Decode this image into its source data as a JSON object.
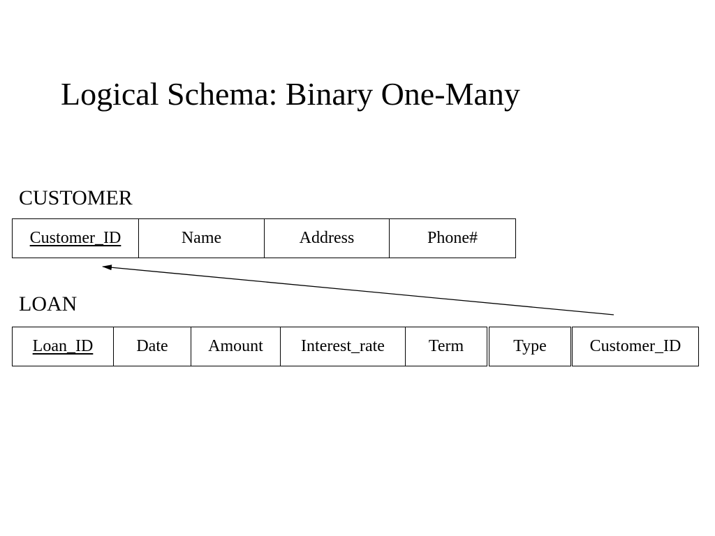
{
  "title": "Logical Schema: Binary One-Many",
  "customer": {
    "label": "CUSTOMER",
    "columns": [
      {
        "name": "Customer_ID",
        "primary_key": true
      },
      {
        "name": "Name",
        "primary_key": false
      },
      {
        "name": "Address",
        "primary_key": false
      },
      {
        "name": "Phone#",
        "primary_key": false
      }
    ]
  },
  "loan": {
    "label": "LOAN",
    "columns": [
      {
        "name": "Loan_ID",
        "primary_key": true
      },
      {
        "name": "Date",
        "primary_key": false
      },
      {
        "name": "Amount",
        "primary_key": false
      },
      {
        "name": "Interest_rate",
        "primary_key": false
      },
      {
        "name": "Term",
        "primary_key": false
      },
      {
        "name": "Type",
        "primary_key": false
      },
      {
        "name": "Customer_ID",
        "primary_key": false
      }
    ]
  },
  "relationship": {
    "from": "LOAN.Customer_ID",
    "to": "CUSTOMER.Customer_ID",
    "kind": "foreign-key"
  }
}
